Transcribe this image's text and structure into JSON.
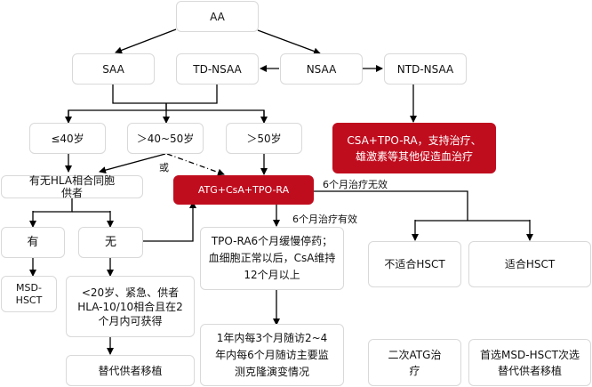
{
  "nodes": {
    "aa": "AA",
    "saa": "SAA",
    "td_nsaa": "TD-NSAA",
    "nsaa": "NSAA",
    "ntd_nsaa": "NTD-NSAA",
    "ntd_treatment": "CSA+TPO-RA，支持治疗、雄激素等其他促造血治疗",
    "age_le40": "≤40岁",
    "age_40_50": "＞40~50岁",
    "age_gt50": "＞50岁",
    "hla_sibling": "有无HLA相合同胞供者",
    "atg_regimen": "ATG+CsA+TPO-RA",
    "yes": "有",
    "no": "无",
    "msd_hsct": "MSD-HSCT",
    "alt_condition": "<20岁、紧急、供者HLA-10/10相合且在2个月内可获得",
    "alt_donor_transplant": "替代供者移植",
    "effective_plan": "TPO-RA6个月缓慢停药；血细胞正常以后，CsA维持12个月以上",
    "followup": "1年内每3个月随访2~4年内每6个月随访主要监测克隆演变情况",
    "unfit_hsct": "不适合HSCT",
    "fit_hsct": "适合HSCT",
    "second_atg": "二次ATG治疗",
    "preferred_msd": "首选MSD-HSCT次选替代供者移植"
  },
  "edge_labels": {
    "or": "或",
    "ineffective_6m": "6个月治疗无效",
    "effective_6m": "6个月治疗有效"
  },
  "colors": {
    "accent_red": "#c00d1e",
    "box_border": "#d9d9d9"
  }
}
